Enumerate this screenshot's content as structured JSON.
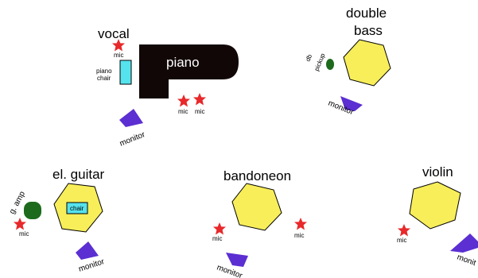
{
  "labels": {
    "vocal": "vocal",
    "piano": "piano",
    "piano_chair_line1": "piano",
    "piano_chair_line2": "chair",
    "mic": "mic",
    "monitor": "monitor",
    "double_bass_line1": "double",
    "double_bass_line2": "bass",
    "db_pickup_line1": "db",
    "db_pickup_line2": "pickup",
    "el_guitar": "el. guitar",
    "g_amp": "g. amp",
    "chair": "chair",
    "bandoneon": "bandoneon",
    "violin": "violin",
    "monitor_cut": "monit"
  },
  "colors": {
    "mic_star": "#e8282a",
    "musician_hexagon": "#f7ee5a",
    "chair": "#55e3ee",
    "monitor": "#5b2fd2",
    "piano": "#120707",
    "amp": "#1d6a1d"
  }
}
